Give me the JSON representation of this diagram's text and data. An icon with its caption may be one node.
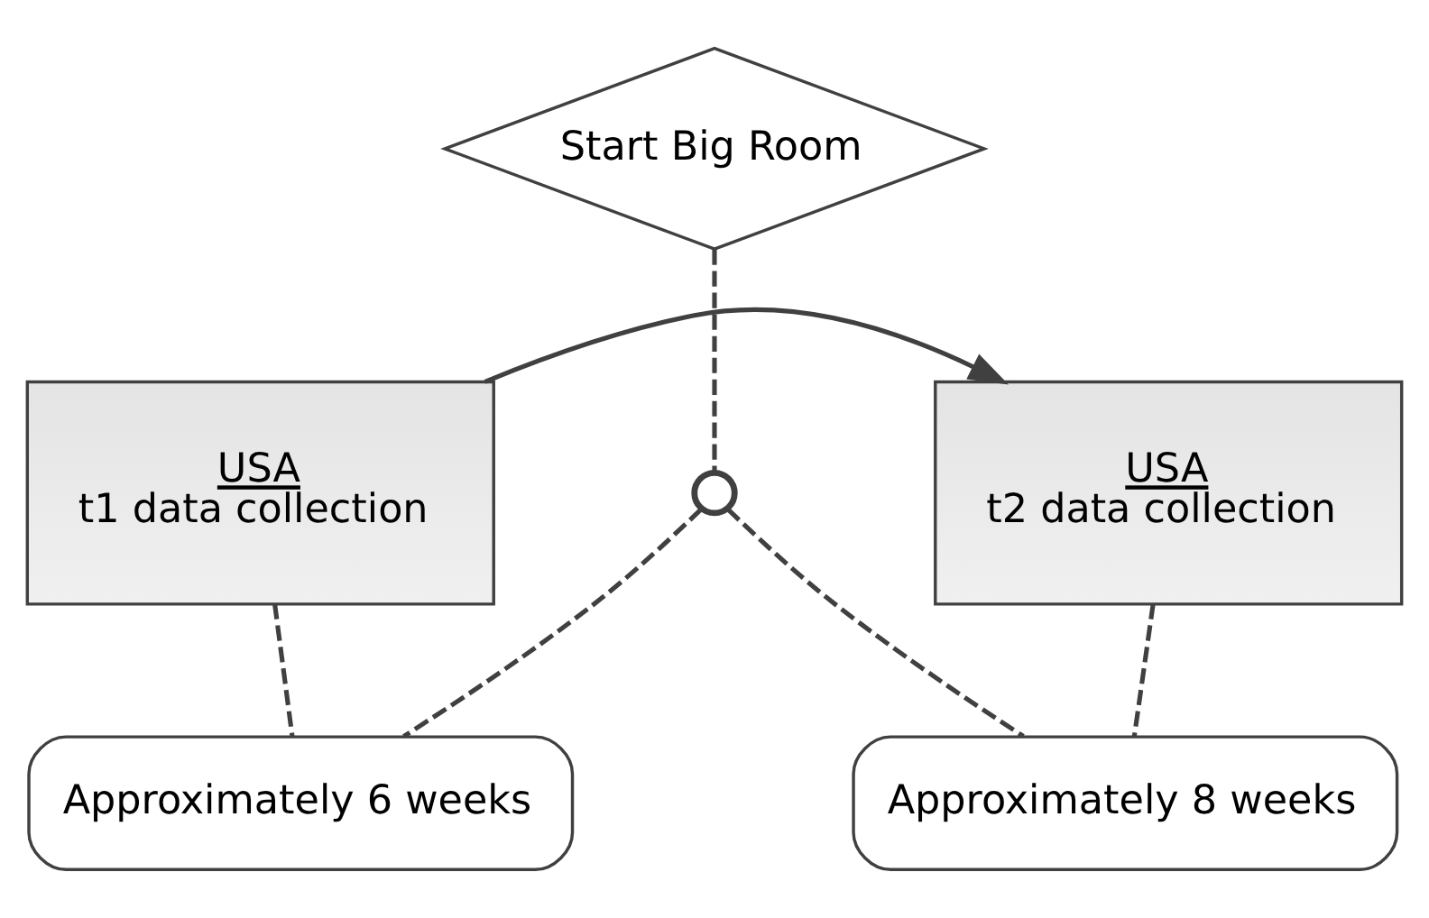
{
  "diagram": {
    "nodes": [
      {
        "text": [
          "Start Big Room"
        ]
      },
      {
        "text": [
          "USA",
          "t1 data collection"
        ]
      },
      {
        "text": [],
        "shape": "circle"
      },
      {
        "text": [
          "USA",
          "t2 data collection"
        ]
      },
      {
        "text": [
          "Approximately 6 weeks"
        ]
      },
      {
        "text": [
          "Approximately 8 weeks"
        ]
      }
    ],
    "edges": [
      {
        "from": 1,
        "to": 3,
        "arrow": "to"
      },
      {
        "from": 0,
        "to": 2,
        "arrow": "none",
        "style": "dashed"
      },
      {
        "from": 1,
        "to": 4,
        "arrow": "none",
        "style": "dashed"
      },
      {
        "from": 2,
        "to": 4,
        "arrow": "none",
        "style": "dashed"
      },
      {
        "from": 2,
        "to": 5,
        "arrow": "none",
        "style": "dashed"
      },
      {
        "from": 3,
        "to": 5,
        "arrow": "none",
        "style": "dashed"
      }
    ]
  }
}
